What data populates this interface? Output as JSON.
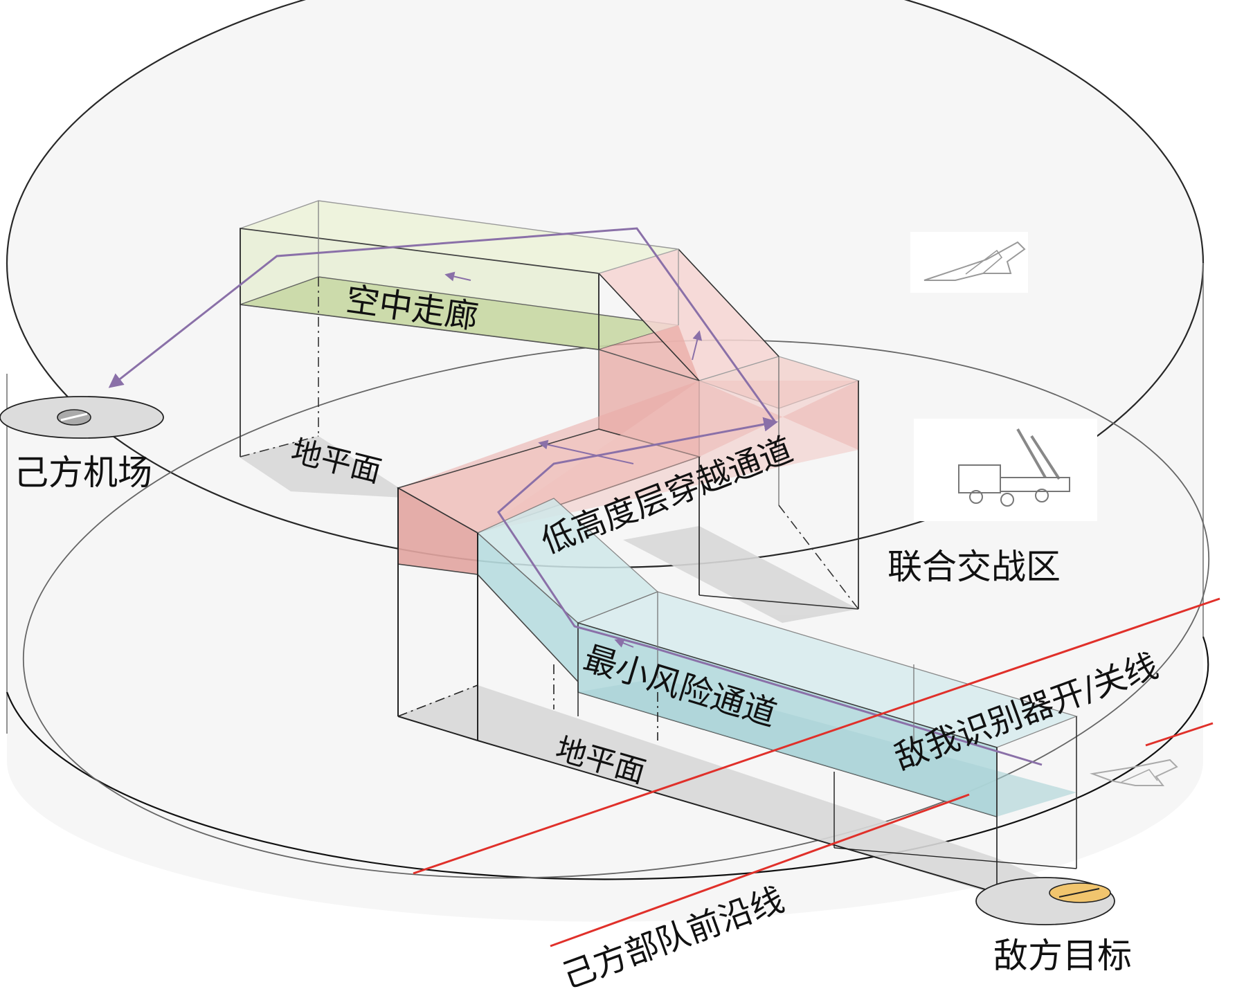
{
  "labels": {
    "air_corridor": "空中走廊",
    "low_altitude_channel": "低高度层穿越通道",
    "min_risk_channel": "最小风险通道",
    "ground_plane_upper": "地平面",
    "ground_plane_lower": "地平面",
    "own_airfield": "己方机场",
    "joint_combat_zone": "联合交战区",
    "iff_switch_line": "敌我识别器开/关线",
    "own_troops_front_line": "己方部队前沿线",
    "enemy_target": "敌方目标"
  },
  "icons": {
    "fighter_jet_upper": "fighter-jet-icon",
    "missile_launcher": "missile-launcher-truck-icon",
    "fighter_jet_lower": "fighter-jet-icon",
    "own_airfield_marker": "airfield-disc-icon",
    "enemy_target_marker": "target-disc-icon"
  },
  "colors": {
    "air_corridor_fill": "#dfe8c8",
    "low_altitude_fill": "#f2c8c4",
    "min_risk_fill": "#bfe0e2",
    "route_line": "#8a70a8",
    "red_lines": "#e0302a",
    "zone_fill": "#f1f1f1"
  }
}
